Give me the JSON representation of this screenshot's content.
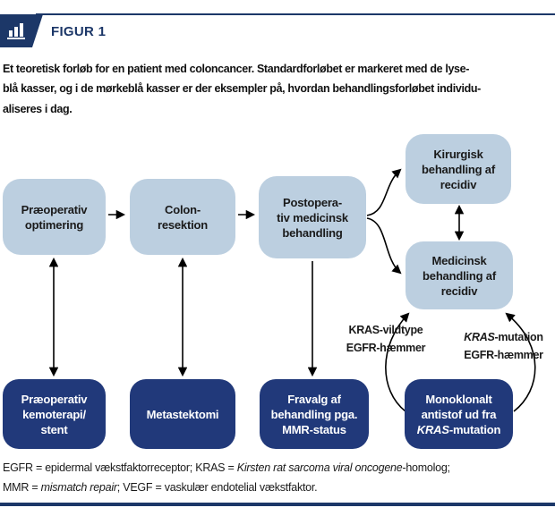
{
  "figure": {
    "title": "FIGUR 1"
  },
  "intro_lines": [
    "Et teoretisk forløb for en patient med coloncancer. Standardforløbet er markeret med de lyse-",
    "blå kasser, og i de mørkeblå kasser er der eksempler på, hvordan behandlingsforløbet individu-",
    "aliseres i dag."
  ],
  "diagram": {
    "standard_boxes": {
      "praeop_opt": {
        "lines": [
          "Præoperativ",
          "optimering"
        ]
      },
      "colon": {
        "lines": [
          "Colon-",
          "resektion"
        ]
      },
      "postop": {
        "lines": [
          "Postopera-",
          "tiv medicinsk",
          "behandling"
        ]
      },
      "kirurgisk": {
        "lines": [
          "Kirurgisk",
          "behandling af",
          "recidiv"
        ]
      },
      "medicinsk": {
        "lines": [
          "Medicinsk",
          "behandling af",
          "recidiv"
        ]
      }
    },
    "individualized_boxes": {
      "kemo": {
        "lines": [
          "Præoperativ",
          "kemoterapi/",
          "stent"
        ]
      },
      "metastektomi": {
        "lines": [
          "Metastektomi"
        ]
      },
      "fravalg": {
        "lines": [
          "Fravalg af",
          "behandling pga.",
          "MMR-status"
        ]
      },
      "monoklonalt": {
        "lines": [
          "Monoklonalt",
          "antistof ud fra",
          [
            {
              "t": "KRAS",
              "i": true
            },
            {
              "t": "-mutation"
            }
          ]
        ]
      }
    },
    "annotations": {
      "kras_vildtype": {
        "lines": [
          "KRAS-vildtype",
          "EGFR-hæmmer"
        ]
      },
      "kras_mutation": {
        "lines": [
          [
            {
              "t": "KRAS",
              "i": true
            },
            {
              "t": "-mutation"
            }
          ],
          "EGFR-hæmmer"
        ]
      }
    }
  },
  "footnote_lines": [
    [
      {
        "t": "EGFR = epidermal vækstfaktorreceptor; KRAS = "
      },
      {
        "t": "Kirsten rat sarcoma viral oncogene",
        "i": true
      },
      {
        "t": "-homolog;"
      }
    ],
    [
      {
        "t": "MMR = "
      },
      {
        "t": "mismatch repair",
        "i": true
      },
      {
        "t": "; VEGF = vaskulær endotelial vækstfaktor."
      }
    ]
  ],
  "colors": {
    "header_navy": "#1c3768",
    "box_navy": "#21397a",
    "box_light_blue": "#bccfe0",
    "arrow_black": "#000000",
    "text_black": "#1a1a1a",
    "box_text_white": "#ffffff"
  }
}
